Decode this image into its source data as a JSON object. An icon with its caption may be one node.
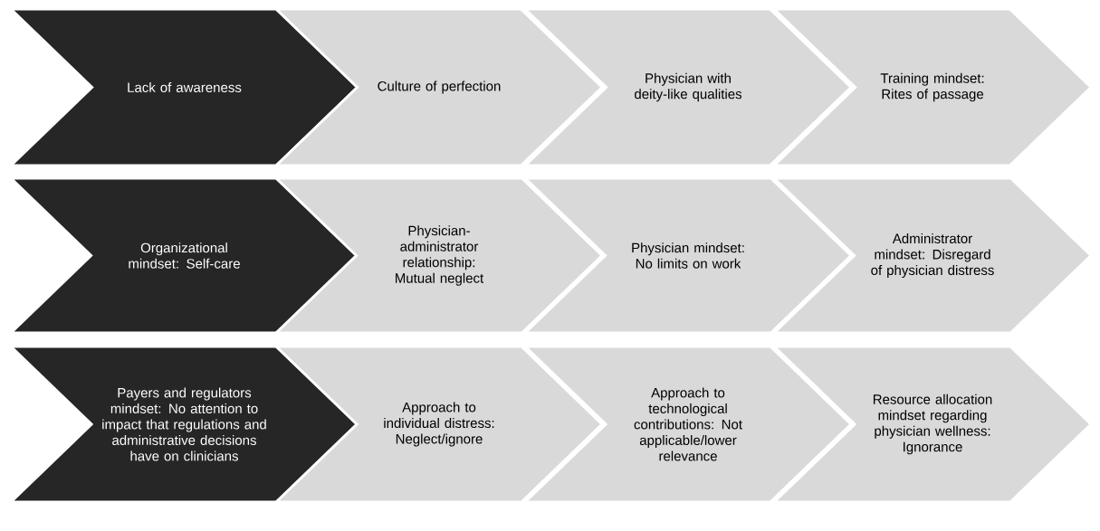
{
  "diagram": {
    "nodes": [
      {
        "text": [
          "Lack of awareness"
        ]
      },
      {
        "text": [
          "Culture of perfection"
        ]
      },
      {
        "text": [
          "Physician with deity-like qualities"
        ]
      },
      {
        "text": [
          "Training mindset: Rites of passage"
        ]
      },
      {
        "text": [
          "Organizational mindset: Self-care"
        ]
      },
      {
        "text": [
          "Physician-administrator relationship: Mutual neglect"
        ]
      },
      {
        "text": [
          "Physician mindset: No limits on work"
        ]
      },
      {
        "text": [
          "Administrator mindset: Disregard of physician distress"
        ]
      },
      {
        "text": [
          "Payers and regulators mindset:  No attention to impact that regulations and administrative decisions have on clinicians"
        ]
      },
      {
        "text": [
          "Approach to individual distress: Neglect/ignore"
        ]
      },
      {
        "text": [
          "Approach to technological contributions:  Not applicable/lower relevance"
        ]
      },
      {
        "text": [
          "Resource allocation mindset regarding physician wellness: Ignorance"
        ]
      }
    ]
  }
}
